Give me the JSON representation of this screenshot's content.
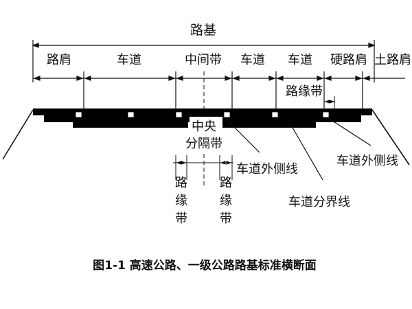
{
  "diagram": {
    "title": "路基",
    "segments": {
      "shoulder": "路肩",
      "lane_left": "车道",
      "median": "中间带",
      "lane_inner_right": "车道",
      "lane_outer_right": "车道",
      "hard_shoulder": "硬路肩",
      "earth_shoulder": "土路肩"
    },
    "edge_strip_right": "路缘带",
    "median_divider_top": "中央",
    "median_divider_bottom": "分隔带",
    "edge_strip_left_vertical": "路缘带",
    "edge_strip_right_vertical": "路缘带",
    "lane_outer_edge_line_1": "车道外侧线",
    "lane_divider_line": "车道分界线",
    "lane_outer_edge_line_2": "车道外侧线",
    "caption": "图1-1 高速公路、一级公路路基标准横断面"
  }
}
